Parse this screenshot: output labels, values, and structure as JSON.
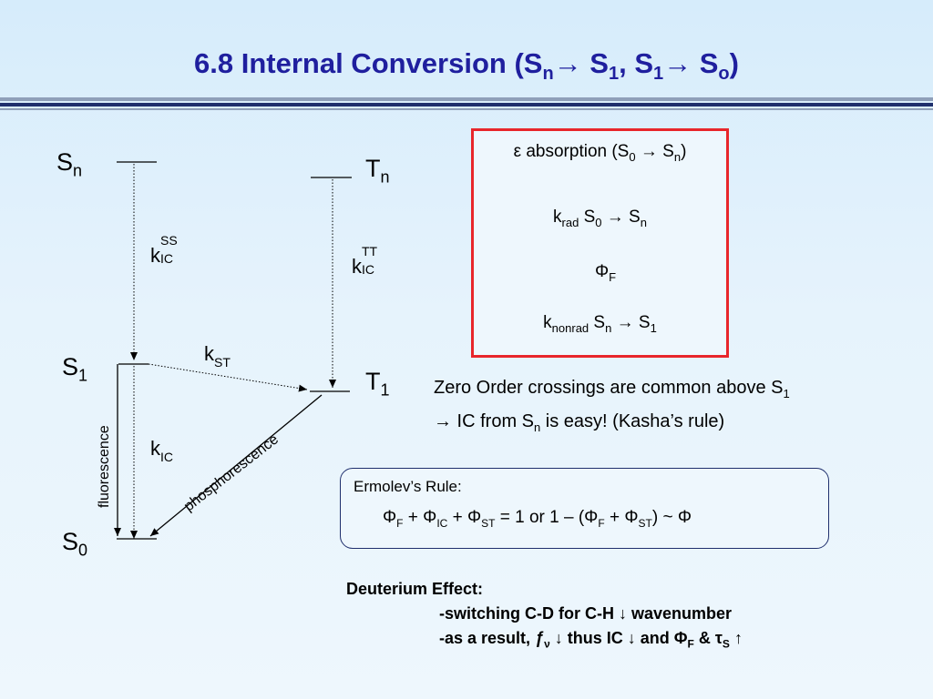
{
  "title": {
    "prefix": "6.8  Internal Conversion (S",
    "sub_n": "n",
    "arrow1": "→ S",
    "sub_1a": "1",
    "mid": ", S",
    "sub_1b": "1",
    "arrow2": "→ S",
    "sub_o": "o",
    "suffix": ")"
  },
  "levels": {
    "sn": {
      "main": "S",
      "sub": "n"
    },
    "tn": {
      "main": "T",
      "sub": "n"
    },
    "s1": {
      "main": "S",
      "sub": "1"
    },
    "t1": {
      "main": "T",
      "sub": "1"
    },
    "s0": {
      "main": "S",
      "sub": "0"
    }
  },
  "rates": {
    "k_ss": {
      "k": "k",
      "sup": "SS",
      "sub": "IC"
    },
    "k_tt": {
      "k": "k",
      "sup": "TT",
      "sub": "IC"
    },
    "k_st": {
      "k": "k",
      "sub": "ST"
    },
    "k_ic": {
      "k": "k",
      "sub": "IC"
    }
  },
  "rotated_labels": {
    "fluorescence": "fluorescence",
    "phosphorescence": "phosphorescence"
  },
  "red_box": {
    "line1": {
      "a": "ε absorption (S",
      "s0": "0",
      "arrow": " → S",
      "sn": "n",
      "close": ")"
    },
    "line2": {
      "k": "k",
      "rad": "rad",
      "s": " S",
      "s0": "0",
      "arrow": " → S",
      "sn": "n"
    },
    "line3": {
      "phi": "Φ",
      "f": "F"
    },
    "line4": {
      "k": "k",
      "nonrad": "nonrad",
      "s": " S",
      "sn": "n",
      "arrow": " → S",
      "s1": "1"
    }
  },
  "zero_order_note": {
    "line1": "Zero Order crossings are common above S",
    "line1_sub": "1",
    "line2a": "→ IC from S",
    "line2_sub": "n",
    "line2b": " is easy! (Kasha’s rule)"
  },
  "ermolev": {
    "heading": "Ermolev’s Rule:",
    "eq": {
      "p1": "Φ",
      "s1": "F",
      "p2": " + Φ",
      "s2": "IC",
      "p3": " + Φ",
      "s3": "ST",
      "p4": " = 1  or 1 – (Φ",
      "s4": "F",
      "p5": " + Φ",
      "s5": "ST",
      "p6": ") ~ Φ"
    }
  },
  "deuterium": {
    "heading": "Deuterium Effect:",
    "line1": "-switching C-D for C-H  ↓ wavenumber",
    "line2": {
      "a": "-as a result, ",
      "f": "ƒ",
      "nu": "ν",
      "b": " ↓    thus IC ↓  and Φ",
      "F": "F",
      "c": "  &  τ",
      "S": "S",
      "d": "   ↑"
    }
  }
}
